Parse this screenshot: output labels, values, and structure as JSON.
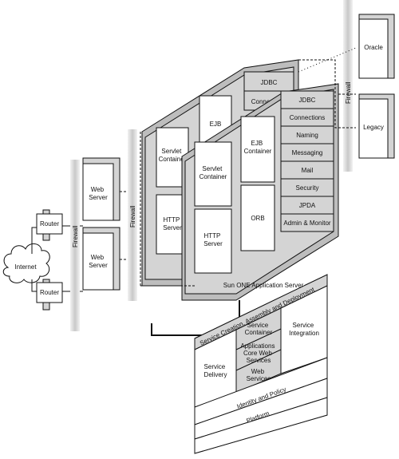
{
  "network": {
    "internet": "Internet",
    "router_top": "Router",
    "router_bottom": "Router",
    "firewall_left": "Firewall",
    "firewall_middle": "Firewall",
    "firewall_right": "Firewall",
    "web_server_top": "Web Server",
    "web_server_bottom": "Web Server"
  },
  "app_server": {
    "caption": "Sun ONE Application Server",
    "back_jdbc": "JDBC",
    "back_connections": "Connections",
    "back_ejb": "EJB",
    "back_servlet": "Servlet Container",
    "back_http": "HTTP Server",
    "front_servlet": "Servlet Container",
    "front_ejb": "EJB Container",
    "front_http": "HTTP Server",
    "front_orb": "ORB",
    "services": [
      "JDBC",
      "Connections",
      "Naming",
      "Messaging",
      "Mail",
      "Security",
      "JPDA",
      "Admin & Monitor"
    ]
  },
  "backends": {
    "oracle": "Oracle",
    "legacy": "Legacy"
  },
  "platform_stack": {
    "top": "Service Creation, Assembly and Deployment",
    "service_delivery": "Service Delivery",
    "service_integration": "Service Integration",
    "service_container": "Service Container",
    "applications": "Applications Core Web Services",
    "web_services": "Web Services",
    "identity": "Identity and Policy",
    "platform": "Platform"
  },
  "colors": {
    "box_fill": "#d4d4d4",
    "white_fill": "#ffffff",
    "firewall_fill": "#cfcfcf",
    "stroke": "#111111"
  }
}
